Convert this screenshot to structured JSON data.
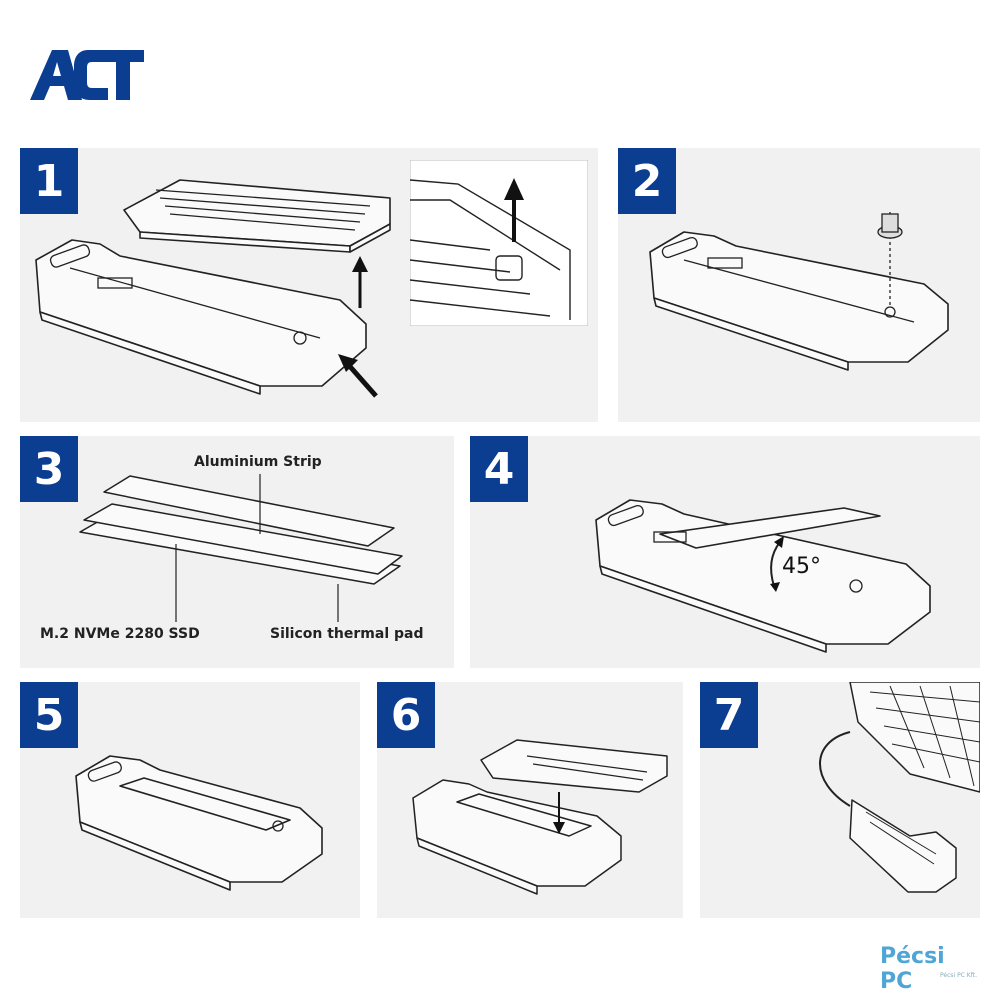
{
  "brand": {
    "logo_text": "ACT",
    "color": "#0b3d91"
  },
  "steps": [
    {
      "number": "1"
    },
    {
      "number": "2"
    },
    {
      "number": "3"
    },
    {
      "number": "4",
      "angle_label": "45°"
    },
    {
      "number": "5"
    },
    {
      "number": "6"
    },
    {
      "number": "7"
    }
  ],
  "step3_labels": {
    "aluminium_strip": "Aluminium Strip",
    "ssd": "M.2 NVMe 2280 SSD",
    "thermal_pad": "Silicon thermal pad"
  },
  "watermark": {
    "text": "Pécsi PC",
    "subtext": "Pécsi PC Kft."
  }
}
